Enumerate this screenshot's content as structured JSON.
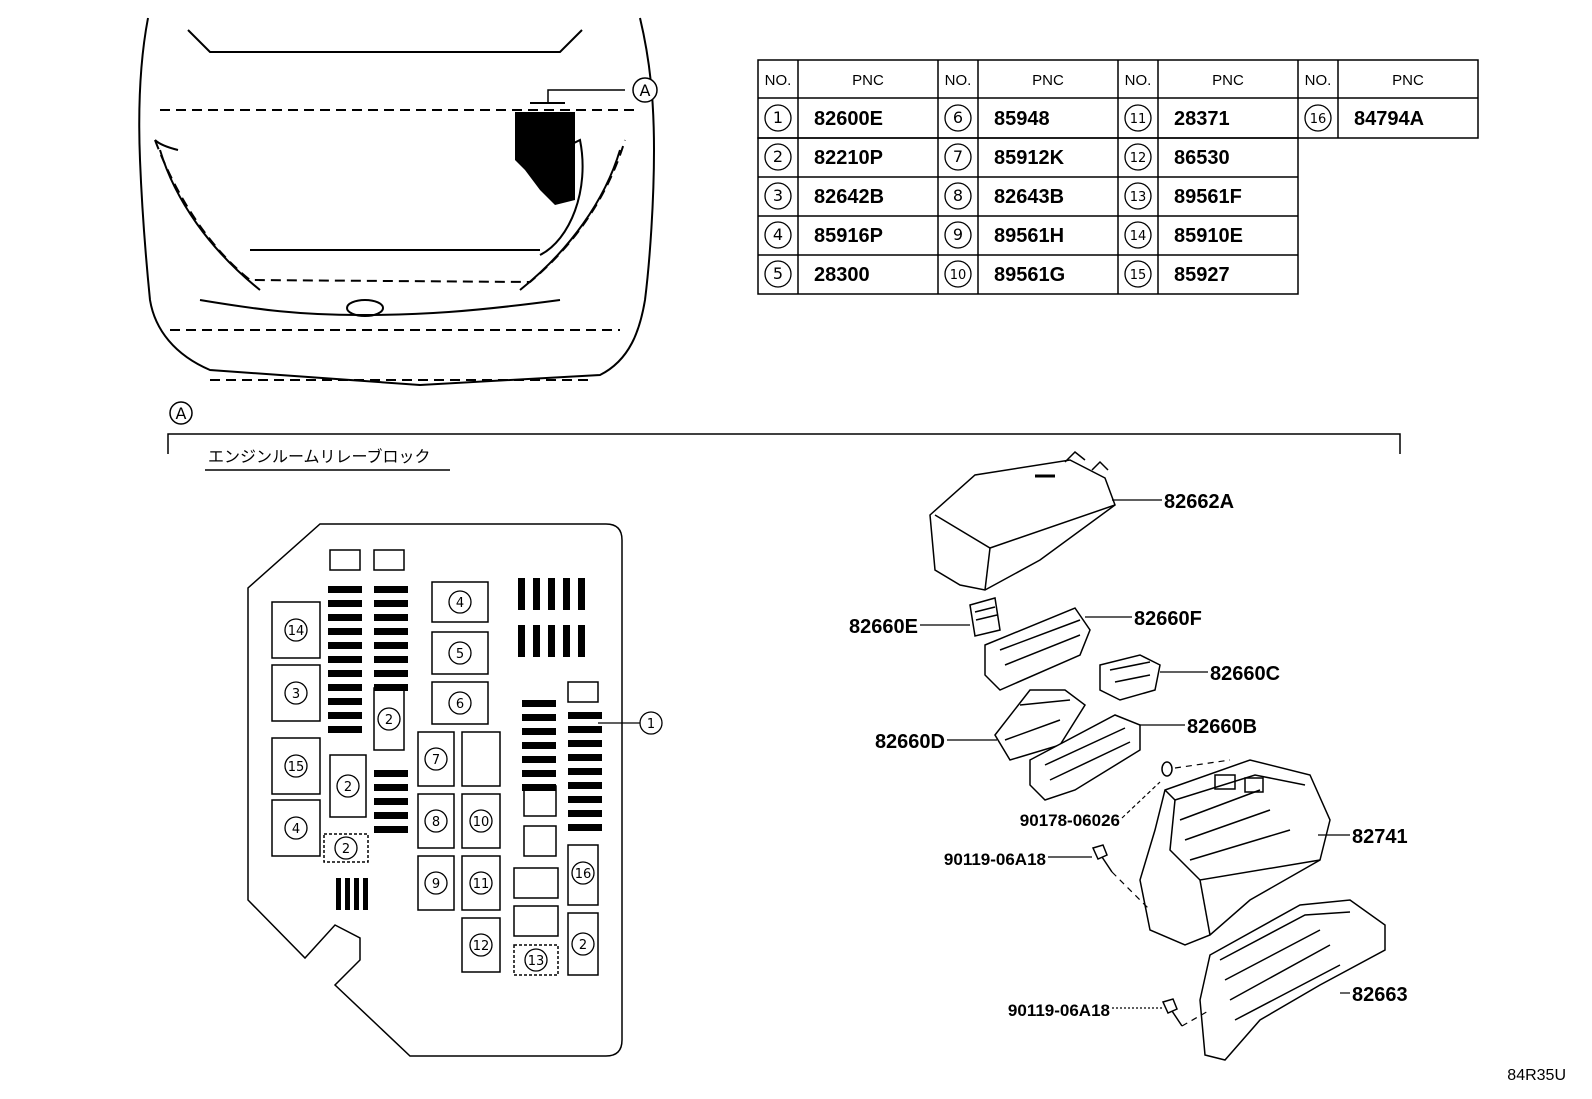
{
  "table": {
    "header_no": "NO.",
    "header_pnc": "PNC",
    "rows": [
      {
        "no": "1",
        "pnc": "82600E"
      },
      {
        "no": "2",
        "pnc": "82210P"
      },
      {
        "no": "3",
        "pnc": "82642B"
      },
      {
        "no": "4",
        "pnc": "85916P"
      },
      {
        "no": "5",
        "pnc": "28300"
      },
      {
        "no": "6",
        "pnc": "85948"
      },
      {
        "no": "7",
        "pnc": "85912K"
      },
      {
        "no": "8",
        "pnc": "82643B"
      },
      {
        "no": "9",
        "pnc": "89561H"
      },
      {
        "no": "10",
        "pnc": "89561G"
      },
      {
        "no": "11",
        "pnc": "28371"
      },
      {
        "no": "12",
        "pnc": "86530"
      },
      {
        "no": "13",
        "pnc": "89561F"
      },
      {
        "no": "14",
        "pnc": "85910E"
      },
      {
        "no": "15",
        "pnc": "85927"
      },
      {
        "no": "16",
        "pnc": "84794A"
      }
    ]
  },
  "view_marker": "A",
  "section_title": "エンジンルームリレーブロック",
  "fuse_block_numbers": {
    "n14": "14",
    "n3": "3",
    "n15": "15",
    "n4a": "4",
    "n2a": "2",
    "n2b": "2",
    "n2c": "2",
    "n4b": "4",
    "n5": "5",
    "n6": "6",
    "n7": "7",
    "n8": "8",
    "n9": "9",
    "n10": "10",
    "n11": "11",
    "n12": "12",
    "n13": "13",
    "n16": "16",
    "n2d": "2",
    "n1": "1"
  },
  "parts": {
    "p82662A": "82662A",
    "p82660E": "82660E",
    "p82660F": "82660F",
    "p82660C": "82660C",
    "p82660D": "82660D",
    "p82660B": "82660B",
    "p90178": "90178-06026",
    "p82741": "82741",
    "p90119a": "90119-06A18",
    "p82663": "82663",
    "p90119b": "90119-06A18"
  },
  "diagram_code": "84R35U"
}
